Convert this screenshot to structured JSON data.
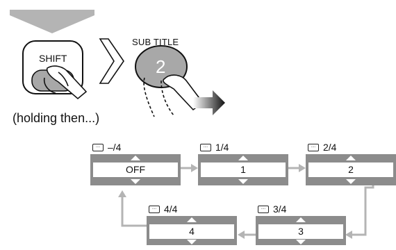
{
  "instruction": {
    "shift_label": "SHIFT",
    "holding_caption": "(holding then...)",
    "subtitle_label": "SUB TITLE",
    "subtitle_number": "2"
  },
  "states": [
    {
      "header": "–/4",
      "value": "OFF"
    },
    {
      "header": "1/4",
      "value": "1"
    },
    {
      "header": "2/4",
      "value": "2"
    },
    {
      "header": "3/4",
      "value": "3"
    },
    {
      "header": "4/4",
      "value": "4"
    }
  ],
  "colors": {
    "button_gray": "#a8a8a8",
    "arrow_gray": "#b4b4b4",
    "box_gray": "#8c8c8c"
  },
  "icons": {
    "subtitle_box": "subtitle-icon",
    "press_hand": "finger-icon"
  }
}
